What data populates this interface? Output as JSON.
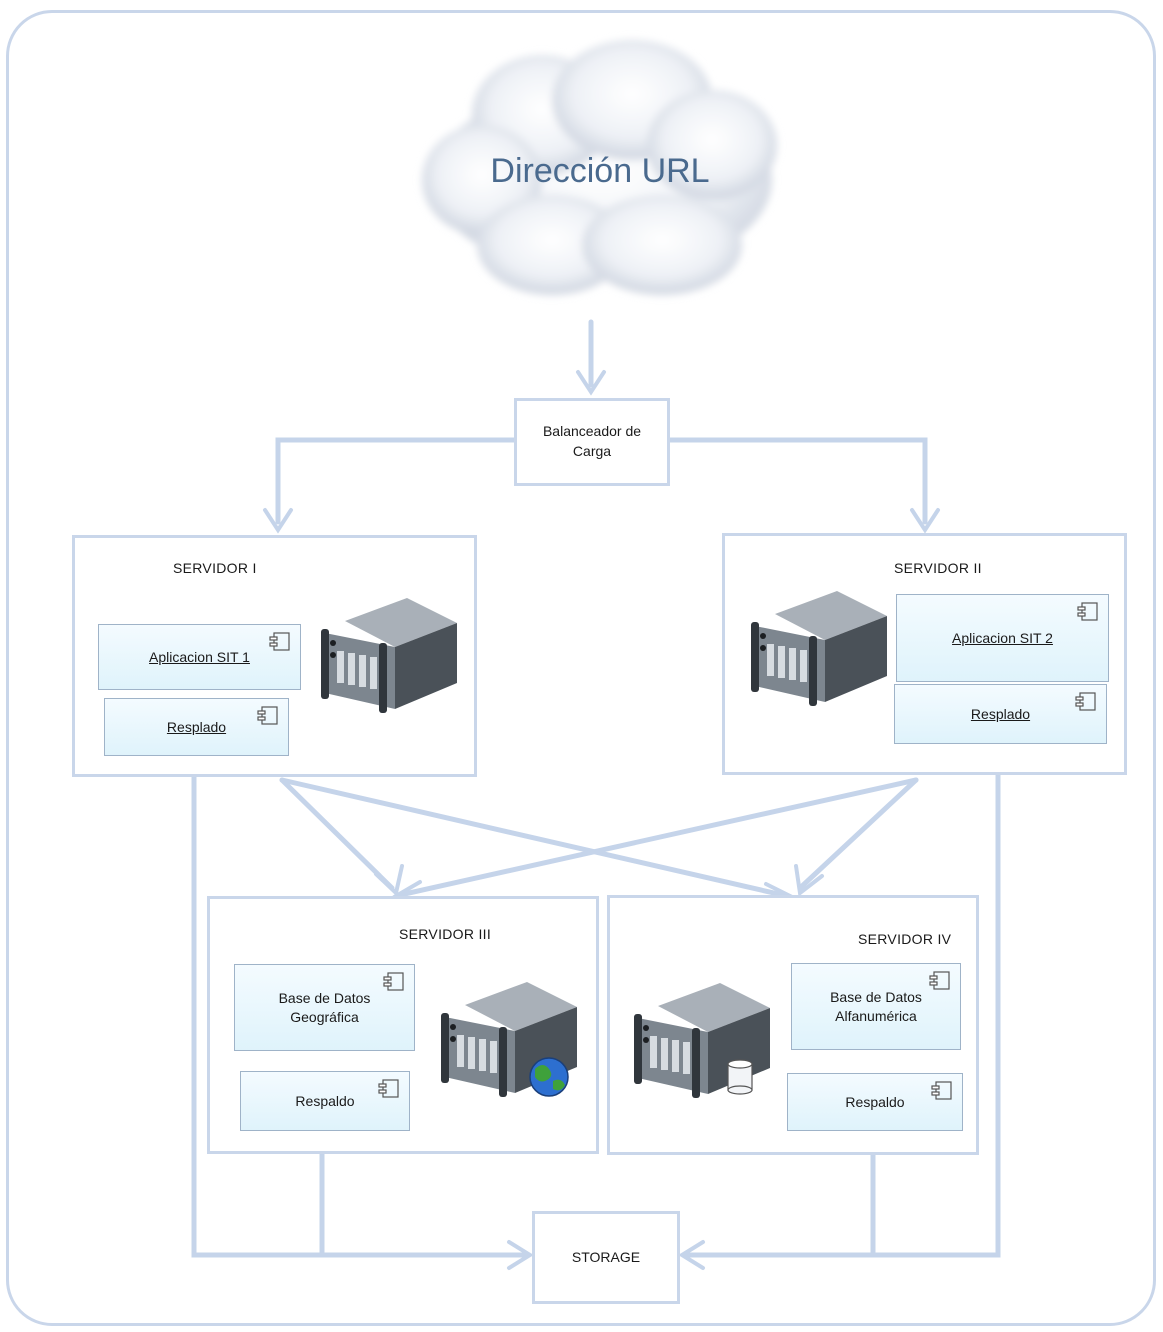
{
  "cloud": {
    "label": "Dirección URL"
  },
  "balancer": {
    "label_line1": "Balanceador de",
    "label_line2": "Carga"
  },
  "servers": {
    "s1": {
      "title": "SERVIDOR I",
      "app": "Aplicacion SIT 1",
      "backup": "Resplado"
    },
    "s2": {
      "title": "SERVIDOR II",
      "app": "Aplicacion SIT 2",
      "backup": "Resplado"
    },
    "s3": {
      "title": "SERVIDOR III",
      "db_line1": "Base de Datos",
      "db_line2": "Geográfica",
      "backup": "Respaldo"
    },
    "s4": {
      "title": "SERVIDOR IV",
      "db_line1": "Base de Datos",
      "db_line2": "Alfanumérica",
      "backup": "Respaldo"
    }
  },
  "storage": {
    "label": "STORAGE"
  },
  "colors": {
    "connector": "#c5d4ea",
    "box_border": "#c9d6ea",
    "component_fill": "#e3f4fb",
    "cloud_text": "#4a6a8e"
  }
}
